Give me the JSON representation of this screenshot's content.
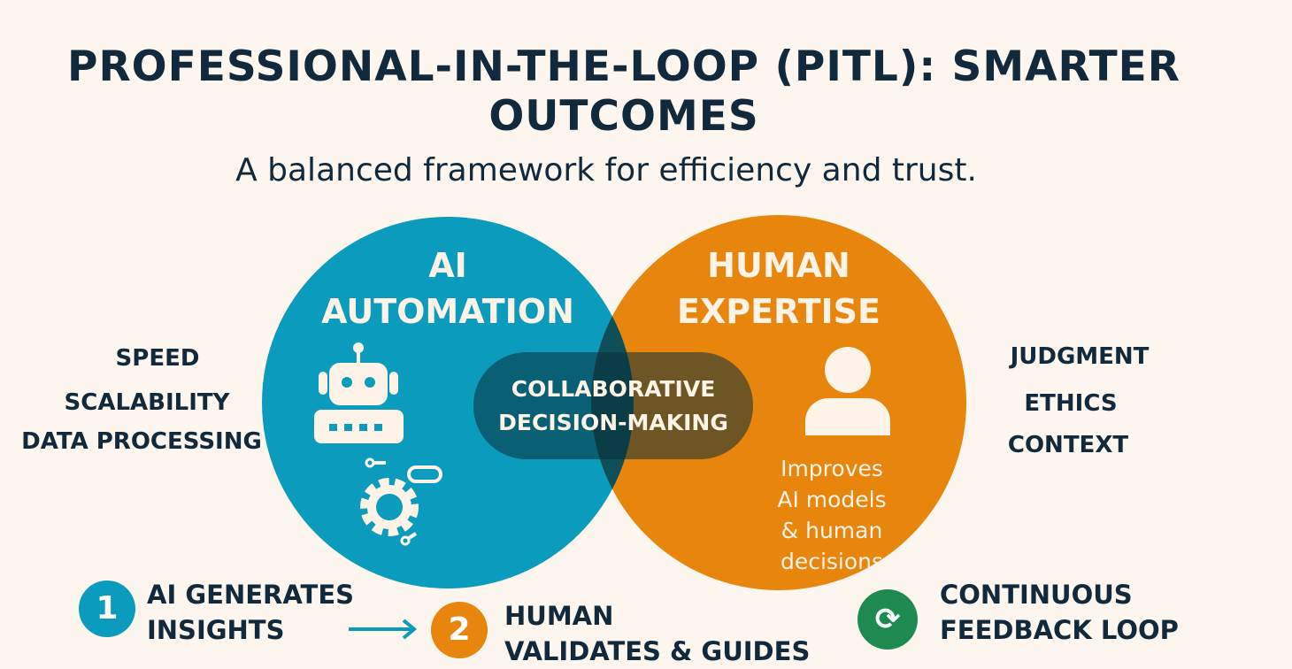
{
  "header": {
    "title": "PROFESSIONAL-IN-THE-LOOP (PITL): SMARTER OUTCOMES",
    "subtitle": "A balanced framework for efficiency and trust."
  },
  "colors": {
    "background": "#fcf6ef",
    "ai": "#0b9bbd",
    "human": "#e8850c",
    "overlap": "#0e4f5a",
    "text": "#10293d",
    "feedback": "#1e8a4f"
  },
  "ai": {
    "title_line1": "AI",
    "title_line2": "AUTOMATION",
    "traits": [
      "SPEED",
      "SCALABILITY",
      "DATA PROCESSING"
    ],
    "icons": [
      "robot-icon",
      "gear-icon"
    ]
  },
  "human": {
    "title_line1": "HUMAN",
    "title_line2": "EXPERTISE",
    "traits": [
      "JUDGMENT",
      "ETHICS",
      "CONTEXT"
    ],
    "icon": "person-icon",
    "note_lines": [
      "Improves",
      "AI models",
      "& human decisions"
    ]
  },
  "overlap": {
    "line1": "COLLABORATIVE",
    "line2": "DECISION-MAKING"
  },
  "steps": [
    {
      "number": "1",
      "line1": "AI GENERATES",
      "line2": "INSIGHTS"
    },
    {
      "number": "2",
      "line1": "HUMAN",
      "line2": "VALIDATES & GUIDES"
    },
    {
      "icon": "refresh-icon",
      "line1": "CONTINUOUS",
      "line2": "FEEDBACK LOOP"
    }
  ]
}
